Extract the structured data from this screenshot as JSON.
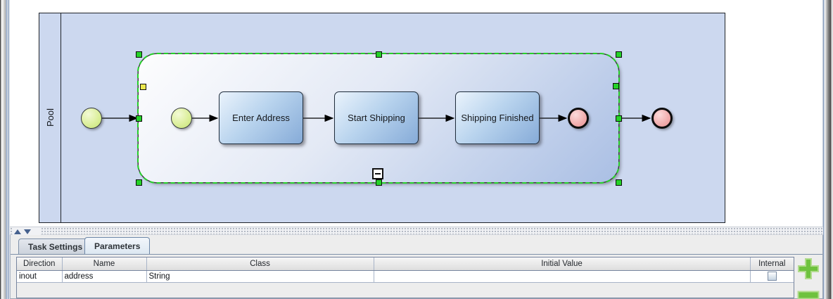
{
  "diagram": {
    "pool_label": "Pool",
    "tasks": [
      {
        "label": "Enter Address"
      },
      {
        "label": "Start Shipping"
      },
      {
        "label": "Shipping Finished"
      }
    ],
    "events": {
      "outer_start": "start-event",
      "inner_start": "start-event",
      "inner_end": "end-event",
      "outer_end": "end-event"
    },
    "subprocess_selected": true,
    "icons": {
      "collapse": "minus-icon"
    },
    "colors": {
      "pool_fill": "#ccd8ef",
      "task_fill_light": "#eaf3fc",
      "task_fill_dark": "#86abd8",
      "start_event_fill": "#d8ec90",
      "end_event_fill": "#f0a8a8",
      "selection_green": "#25d228",
      "handle_yellow": "#ece84e"
    }
  },
  "splitter": {
    "collapse_up_icon": "triangle-up-icon",
    "collapse_down_icon": "triangle-down-icon"
  },
  "tabs": [
    {
      "label": "Task Settings",
      "selected": false
    },
    {
      "label": "Parameters",
      "selected": true
    }
  ],
  "parameters_table": {
    "columns": [
      "Direction",
      "Name",
      "Class",
      "Initial Value",
      "Internal"
    ],
    "rows": [
      {
        "direction": "inout",
        "name": "address",
        "class": "String",
        "initial_value": "",
        "internal_checked": false
      }
    ]
  },
  "actions": {
    "add_icon": "plus-icon",
    "remove_icon": "minus-icon",
    "accent_green": "#6ec23e"
  }
}
